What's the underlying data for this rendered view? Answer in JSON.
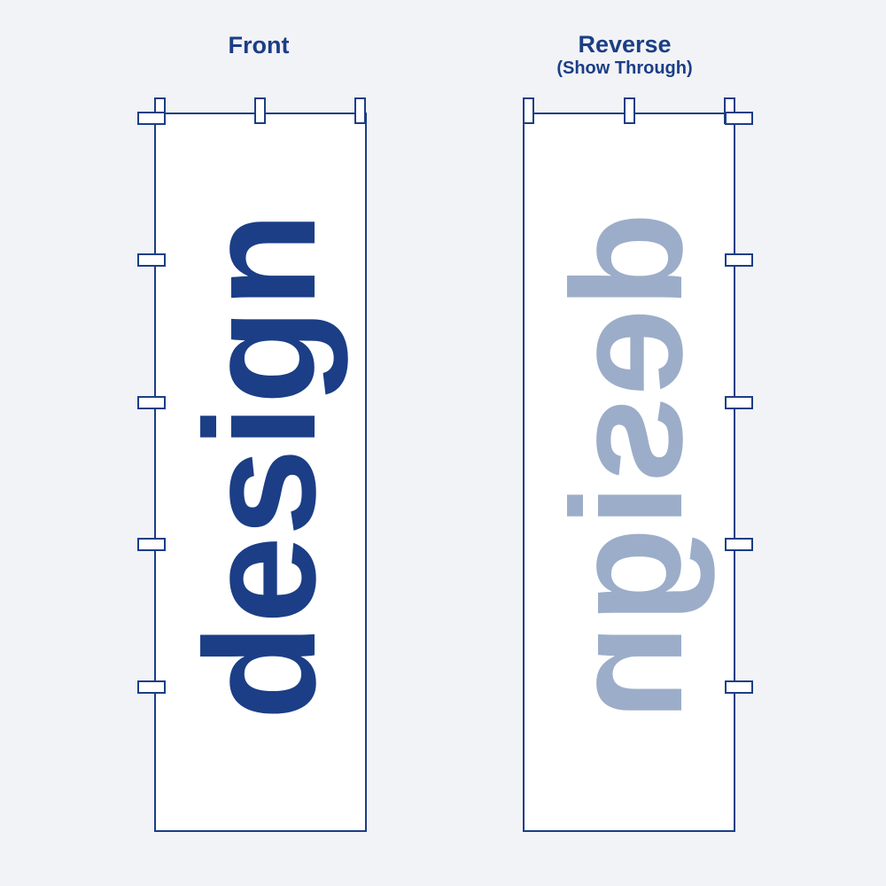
{
  "front": {
    "title": "Front",
    "word": "design",
    "color": "#1b3e86"
  },
  "reverse": {
    "title": "Reverse",
    "subtitle": "(Show Through)",
    "word": "design",
    "color": "#9cadc9"
  },
  "colors": {
    "outline": "#1b3e86",
    "background": "#f2f3f6",
    "flag_fill": "#ffffff"
  }
}
